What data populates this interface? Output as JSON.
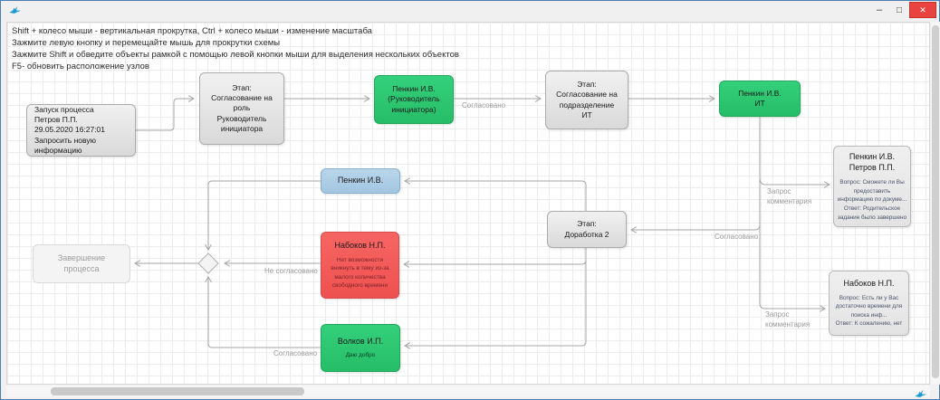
{
  "window": {
    "title": "",
    "controls": {
      "minimize": "–",
      "maximize": "□",
      "close": "✕"
    }
  },
  "icons": {
    "app_logo": "blue-bird-logo",
    "minimize": "minus-glyph",
    "maximize": "square-glyph",
    "close": "x-glyph"
  },
  "colors": {
    "approved_green": "#2bc46e",
    "rejected_red": "#f25b5a",
    "pending_blue": "#aecde4",
    "stage_gray": "#e2e2e2",
    "close_button_red": "#e8433f",
    "edge_gray": "#a6a6a6"
  },
  "instructions": {
    "lines": [
      "Shift + колесо мыши - вертикальная прокрутка, Ctrl + колесо мыши - изменение масштаба",
      "Зажмите левую кнопку и перемещайте мышь для прокрутки схемы",
      "Зажмите Shift и обведите объекты рамкой с помощью левой кнопки мыши для выделения нескольких объектов",
      "F5- обновить расположение узлов"
    ]
  },
  "diagram": {
    "nodes": {
      "start": {
        "text": "Запуск процесса\nПетров П.П.\n29.05.2020 16:27:01\nЗапросить новую информацию"
      },
      "stage_role": {
        "text": "Этап:\nСогласование на\nроль\nРуководитель\nинициатора"
      },
      "approver_initiator": {
        "text": "Пенкин И.В.\n(Руководитель\nинициатора)"
      },
      "stage_it": {
        "text": "Этап:\nСогласование на\nподразделение\nИТ"
      },
      "approver_it": {
        "text": "Пенкин И.В.\nИТ"
      },
      "comment_penkin": {
        "title": "Пенкин И.В.\nПетров П.П.",
        "body": "Вопрос: Сможете ли Вы\nпредоставить\nинформацию по докуме...\nОтвет: Родительское\nзадание было завершено"
      },
      "comment_nabokov": {
        "title": "Набоков Н.П.",
        "body": "Вопрос: Есть ли у Вас\nдостаточно времени для\nпоиска инф...\nОтвет: К сожалению, нет"
      },
      "pending_penkin": {
        "text": "Пенкин И.В."
      },
      "rejected_nabokov": {
        "title": "Набоков Н.П.",
        "body": "Нет возможности\nвникнуть в тему из-за\nмалого количества\nсвободного времени"
      },
      "approved_volkov": {
        "title": "Волков И.П.",
        "body": "Даю добро"
      },
      "stage_rework": {
        "text": "Этап:\nДоработка 2"
      },
      "end": {
        "text": "Завершение\nпроцесса"
      }
    },
    "edge_labels": {
      "agreed_1": "Согласовано",
      "agreed_2": "Согласовано",
      "agreed_3": "Согласовано",
      "not_agreed": "Не согласовано",
      "comment_request_1": "Запрос\nкомментария",
      "comment_request_2": "Запрос\nкомментария"
    }
  }
}
